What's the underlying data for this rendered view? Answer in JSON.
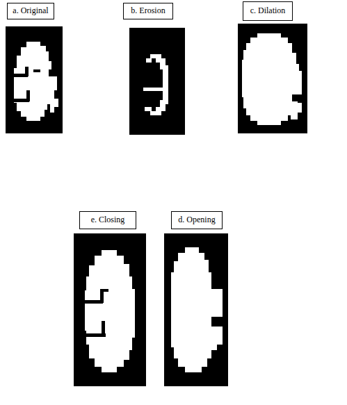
{
  "diagram": {
    "nodes": [
      {
        "text": [
          "a. Original"
        ]
      },
      {
        "text": [
          "b. Erosion"
        ]
      },
      {
        "text": [
          "c. Dilation"
        ]
      },
      {
        "text": [
          "e. Closing"
        ]
      },
      {
        "text": [
          "d. Opening"
        ]
      }
    ]
  }
}
